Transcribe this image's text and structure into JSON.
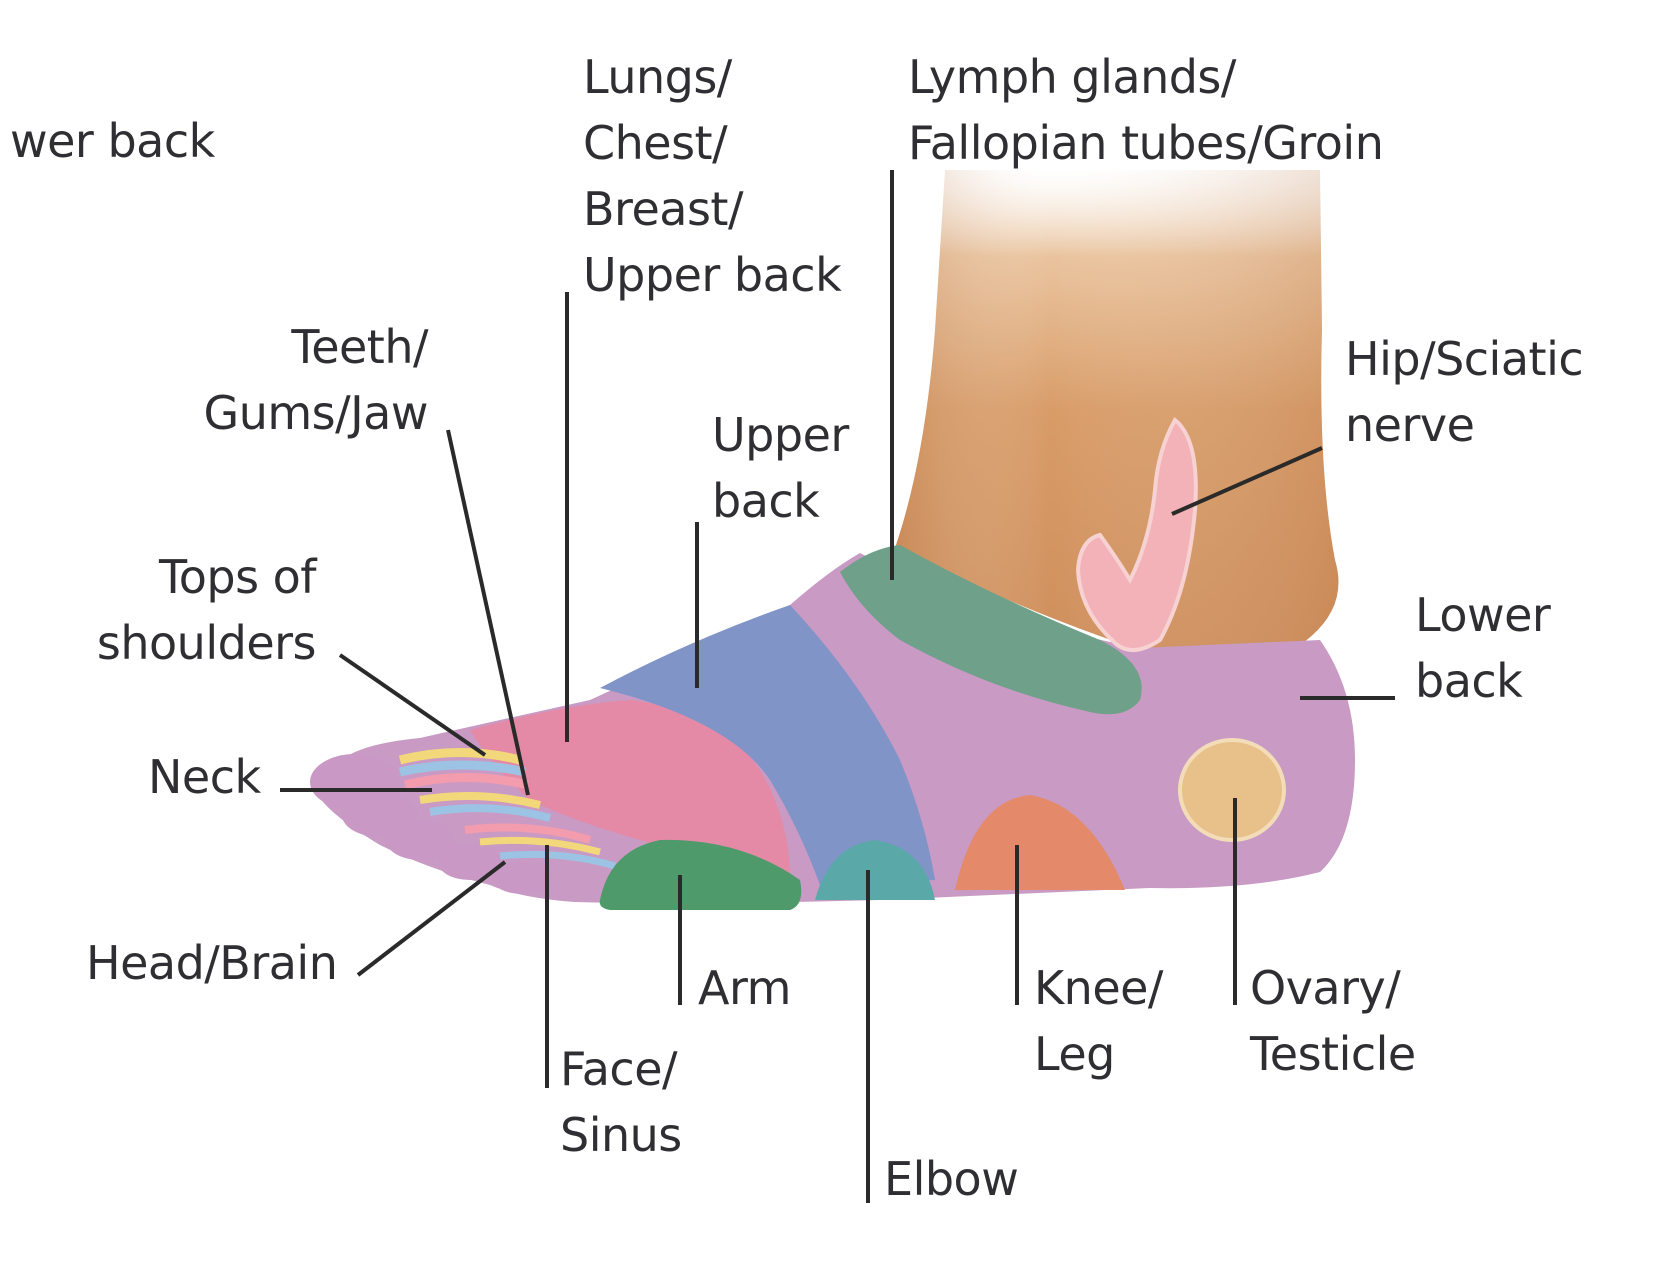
{
  "diagram": {
    "labels": {
      "lower_back_cropped": [
        "wer back"
      ],
      "lungs": [
        "Lungs/",
        "Chest/",
        "Breast/",
        "Upper back"
      ],
      "lymph": [
        "Lymph glands/",
        "Fallopian tubes/Groin"
      ],
      "teeth": [
        "Teeth/",
        "Gums/Jaw"
      ],
      "upper_back": [
        "Upper",
        "back"
      ],
      "hip": [
        "Hip/Sciatic",
        "nerve"
      ],
      "tops_shoulders": [
        "Tops of",
        "shoulders"
      ],
      "lower_back": [
        "Lower",
        "back"
      ],
      "neck": [
        "Neck"
      ],
      "head_brain": [
        "Head/Brain"
      ],
      "arm": [
        "Arm"
      ],
      "knee_leg": [
        "Knee/",
        "Leg"
      ],
      "ovary": [
        "Ovary/",
        "Testicle"
      ],
      "face_sinus": [
        "Face/",
        "Sinus"
      ],
      "elbow": [
        "Elbow"
      ]
    },
    "zone_colors": {
      "skin": "#d9a373",
      "lavender": "#c89ac4",
      "pink": "#e48aa6",
      "blue": "#8094c8",
      "teal": "#6fa08a",
      "green": "#4f9a6a",
      "cyan": "#5aa8a8",
      "orange": "#e48a6a",
      "peach": "#e8c08a",
      "light_pink": "#f2b2b8",
      "yellow": "#f2d87a"
    },
    "line_color": "#2a2a2a"
  }
}
